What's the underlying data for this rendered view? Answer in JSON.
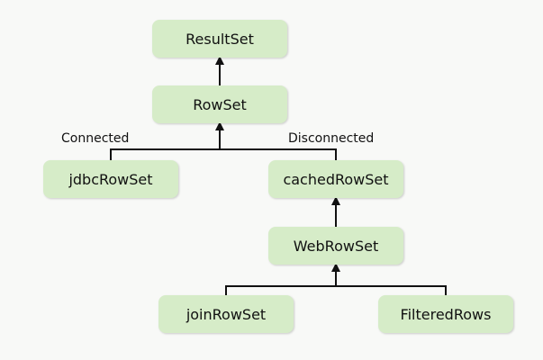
{
  "nodes": {
    "resultset": "ResultSet",
    "rowset": "RowSet",
    "jdbcrowset": "jdbcRowSet",
    "cachedrowset": "cachedRowSet",
    "webrowset": "WebRowSet",
    "joinrowset": "joinRowSet",
    "filteredrows": "FilteredRows"
  },
  "labels": {
    "connected": "Connected",
    "disconnected": "Disconnected"
  },
  "colors": {
    "node_fill": "#d6ecc8",
    "line": "#111111",
    "background": "#f8f9f7"
  }
}
